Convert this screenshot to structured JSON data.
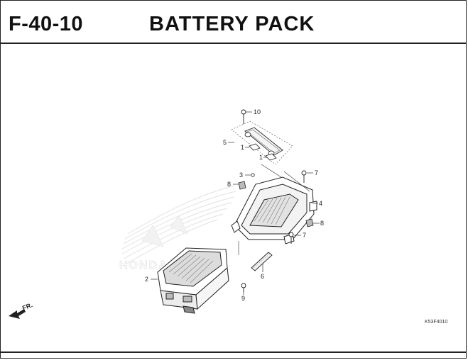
{
  "header": {
    "code": "F-40-10",
    "title": "BATTERY PACK"
  },
  "watermark": {
    "brand": "HONDA"
  },
  "diagram": {
    "direction_label": "FR.",
    "ref_code": "K53F4010",
    "callouts": {
      "c1a": "1",
      "c1b": "1",
      "c2": "2",
      "c3": "3",
      "c4": "4",
      "c5": "5",
      "c6": "6",
      "c7a": "7",
      "c7b": "7",
      "c8a": "8",
      "c8b": "8",
      "c9": "9",
      "c10": "10"
    }
  }
}
